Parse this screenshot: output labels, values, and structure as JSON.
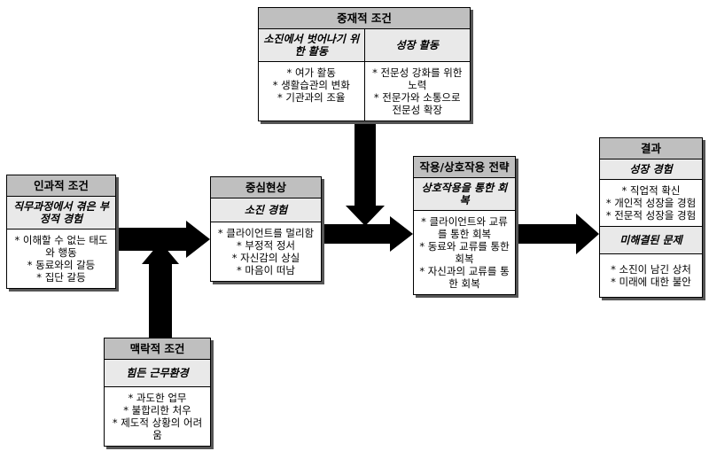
{
  "causal": {
    "title": "인과적 조건",
    "subtitle": "직무과정에서 겪은 부정적 경험",
    "items": [
      "이해할 수 없는 태도와 행동",
      "동료와의 갈등",
      "집단 갈등"
    ]
  },
  "contextual": {
    "title": "맥락적 조건",
    "subtitle": "힘든 근무환경",
    "items": [
      "과도한 업무",
      "불합리한 처우",
      "제도적 상황의 어려움"
    ]
  },
  "central": {
    "title": "중심현상",
    "subtitle": "소진 경험",
    "items": [
      "클라이언트를 멀리함",
      "부정적 정서",
      "자신감의 상실",
      "마음이 떠남"
    ]
  },
  "intervening": {
    "title": "중재적 조건",
    "left": {
      "subtitle": "소진에서 벗어나기 위한 활동",
      "items": [
        "여가 활동",
        "생활습관의 변화",
        "기관과의 조율"
      ]
    },
    "right": {
      "subtitle": "성장 활동",
      "items": [
        "전문성 강화를 위한 노력",
        "전문가와 소통으로 전문성 확장"
      ]
    }
  },
  "action": {
    "title": "작용/상호작용 전략",
    "subtitle": "상호작용을 통한 회복",
    "items": [
      "클라이언트와 교류를 통한 회복",
      "동료와 교류를 통한 회복",
      "자신과의 교류를 통한 회복"
    ]
  },
  "result": {
    "title": "결과",
    "sub1": "성장 경험",
    "items1": [
      "직업적 확신",
      "개인적 성장을 경험",
      "전문적 성장을 경험"
    ],
    "sub2": "미해결된 문제",
    "items2": [
      "소진이 남긴 상처",
      "미래에 대한 불안"
    ]
  }
}
